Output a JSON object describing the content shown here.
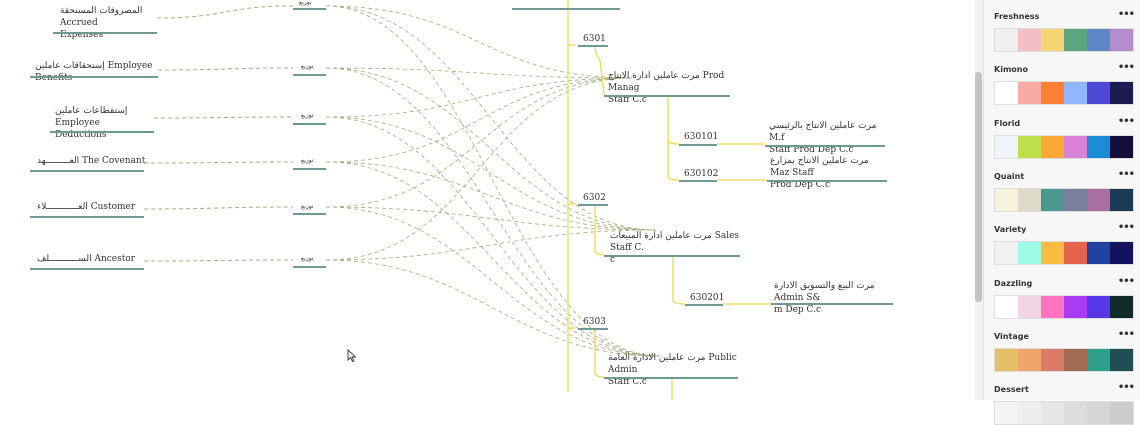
{
  "diagram": {
    "sources": [
      {
        "line1": "المصروفات المستحقة Accrued",
        "line2": "Expenses"
      },
      {
        "line1": "إستحقاقات عاملين Employee Benefits",
        "line2": ""
      },
      {
        "line1": "إستقطاعات عاملين Employee",
        "line2": "Deductions"
      },
      {
        "line1": "العـــــــــهد The Covenant",
        "line2": ""
      },
      {
        "line1": "العــــــــــــلاء Customer",
        "line2": ""
      },
      {
        "line1": "الســـــــــــلف Ancestor",
        "line2": ""
      }
    ],
    "distribute_label": "توزيع",
    "groups": [
      {
        "code": "6301",
        "name_line1": "مرت عاملين ادارة الانتاج Prod Manag",
        "name_line2": "Staff C.c"
      },
      {
        "code": "6302",
        "name_line1": "مرت عاملين ادارة المبيعات Sales Staff C.",
        "name_line2": "c"
      },
      {
        "code": "6303",
        "name_line1": "مرت عاملين الادارة العامة Public Admin",
        "name_line2": "Staff C.c"
      }
    ],
    "subs": [
      {
        "code": "630101",
        "name_line1": "مرت عاملين الانتاج بالرئيسي M.f",
        "name_line2": "Staff Prod Dep C.c"
      },
      {
        "code": "630102",
        "name_line1": "مرت عاملين الانتاج بمزارع Maz Staff",
        "name_line2": "Prod Dep C.c"
      },
      {
        "code": "630201",
        "name_line1": "مرت البيع والتسويق الادارة Admin S&",
        "name_line2": "m Dep C.c"
      }
    ]
  },
  "themes": [
    {
      "name": "Freshness",
      "colors": [
        "#efefef",
        "#f4bec8",
        "#f2d56e",
        "#5ba57f",
        "#5d88c7",
        "#b58ccc"
      ]
    },
    {
      "name": "Kimono",
      "colors": [
        "#ffffff",
        "#f9aaa4",
        "#ff7f33",
        "#8fb6ff",
        "#4f48d9",
        "#1c1c55"
      ]
    },
    {
      "name": "Florid",
      "colors": [
        "#f0f4fc",
        "#bee04b",
        "#fca838",
        "#d882d6",
        "#1a8bd6",
        "#140e3a"
      ]
    },
    {
      "name": "Quaint",
      "colors": [
        "#f6f2dc",
        "#dddac8",
        "#4a9790",
        "#7a82a0",
        "#a86fa0",
        "#1b3a55"
      ]
    },
    {
      "name": "Variety",
      "colors": [
        "#f0f0f0",
        "#9efce6",
        "#fbbd3f",
        "#e4644d",
        "#2042a0",
        "#12125e"
      ]
    },
    {
      "name": "Dazzling",
      "colors": [
        "#ffffff",
        "#f2d3e1",
        "#ff73c1",
        "#a83cf0",
        "#5838e6",
        "#122b2b"
      ]
    },
    {
      "name": "Vintage",
      "colors": [
        "#e5c06b",
        "#f2a56a",
        "#d97b65",
        "#a06a55",
        "#2fa08a",
        "#1f4f55"
      ]
    },
    {
      "name": "Dessert",
      "colors": [
        "#f3f3f3",
        "#eeeeee",
        "#e6e6e6",
        "#dddddd",
        "#d6d6d6",
        "#cccccc"
      ]
    }
  ],
  "theme_more_label": "•••"
}
